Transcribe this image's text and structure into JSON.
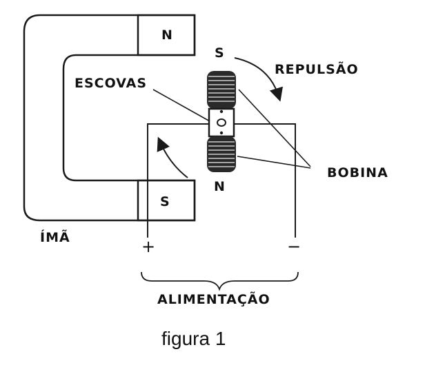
{
  "labels": {
    "magnet_top_pole": "N",
    "magnet_bottom_pole": "S",
    "rotor_top_pole": "S",
    "rotor_bottom_pole": "N",
    "repulsion": "REPULSÃO",
    "brushes": "ESCOVAS",
    "coil": "BOBINA",
    "magnet": "ÍMÃ",
    "plus": "+",
    "minus": "−",
    "supply": "ALIMENTAÇÃO",
    "caption": "figura 1"
  },
  "colors": {
    "ink": "#1a1a1a",
    "background": "#ffffff"
  }
}
